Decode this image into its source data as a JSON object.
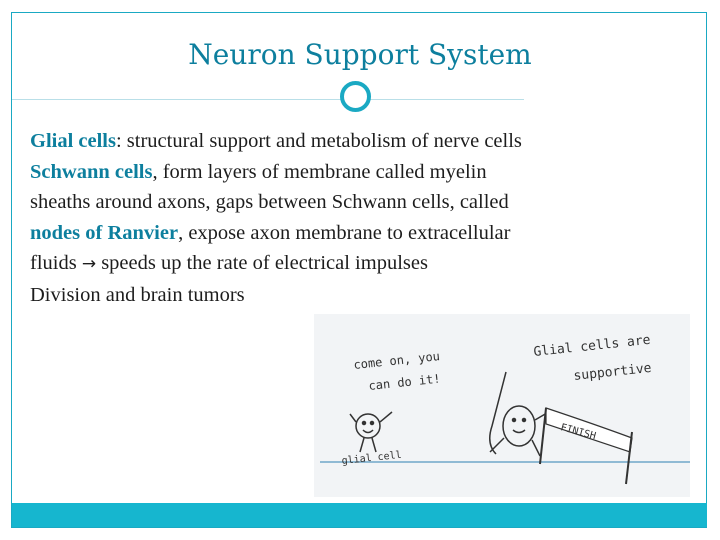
{
  "slide": {
    "title": "Neuron Support System",
    "bullets": [
      {
        "term": "Glial cells",
        "rest": ": structural support and metabolism of nerve cells"
      },
      {
        "term": "Schwann cells",
        "rest_line1": ", form layers of membrane called myelin",
        "line2": "sheaths around axons, gaps between Schwann cells, called",
        "term2": "nodes of Ranvier",
        "rest_line3": ", expose axon membrane to extracellular",
        "line4_a": "fluids",
        "line4_b": "speeds up the rate of electrical impulses"
      },
      {
        "text": "Division and brain tumors"
      }
    ],
    "bullet_glyph": "",
    "arrow_glyph": "→"
  },
  "illustration": {
    "text_left_1": "come on, you",
    "text_left_2": "can do it!",
    "text_right_1": "Glial cells are",
    "text_right_2": "supportive",
    "label_glial": "glial cell",
    "banner_text": "FINISH"
  },
  "colors": {
    "accent": "#1aa9c3",
    "title": "#0d7f9e",
    "term": "#0d7f9e",
    "text": "#1d1d1d"
  }
}
